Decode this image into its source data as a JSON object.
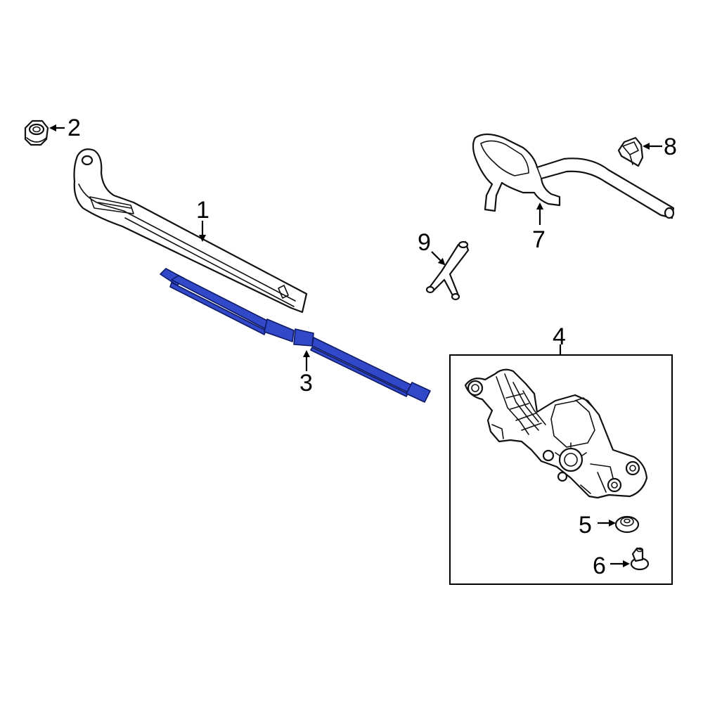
{
  "diagram": {
    "highlight_color": "#3148c8",
    "highlight_part": "3",
    "callouts": {
      "arm": "1",
      "nut": "2",
      "blade": "3",
      "motor": "4",
      "grommet": "5",
      "stud": "6",
      "hose": "7",
      "clip": "8",
      "connector": "9"
    }
  }
}
